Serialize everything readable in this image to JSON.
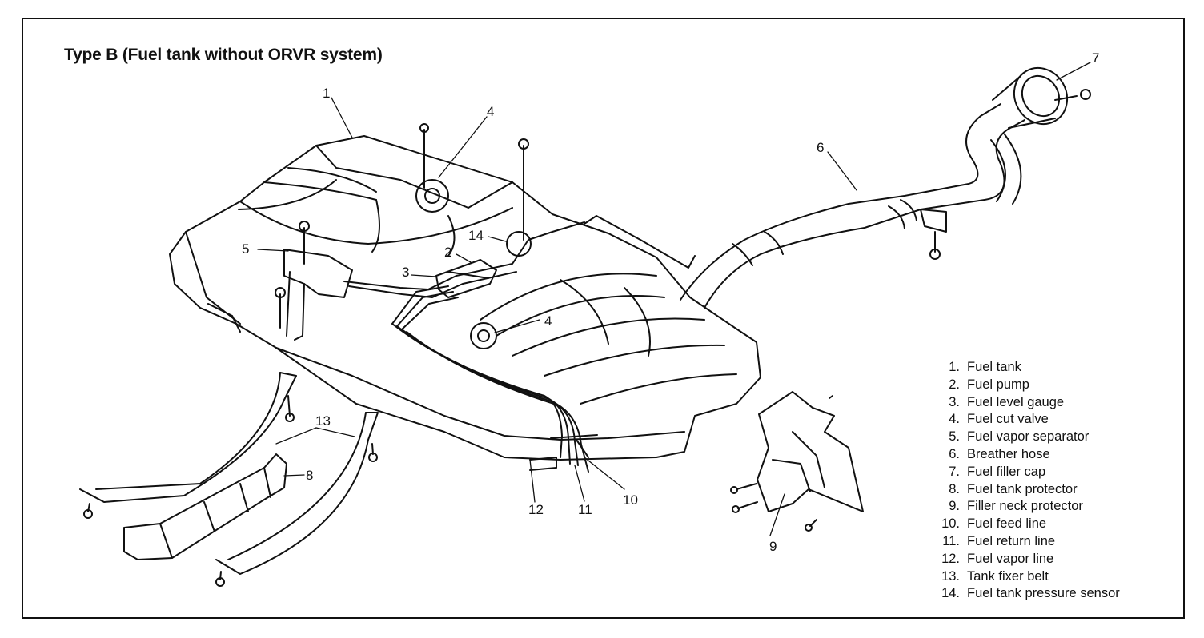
{
  "title": "Type B (Fuel tank without ORVR system)",
  "callouts": [
    "1",
    "4",
    "4",
    "14",
    "5",
    "2",
    "3",
    "6",
    "7",
    "13",
    "8",
    "12",
    "11",
    "10",
    "9"
  ],
  "legend": [
    {
      "num": "1.",
      "text": "Fuel tank"
    },
    {
      "num": "2.",
      "text": "Fuel pump"
    },
    {
      "num": "3.",
      "text": "Fuel level gauge"
    },
    {
      "num": "4.",
      "text": "Fuel cut valve"
    },
    {
      "num": "5.",
      "text": "Fuel vapor separator"
    },
    {
      "num": "6.",
      "text": "Breather hose"
    },
    {
      "num": "7.",
      "text": "Fuel filler cap"
    },
    {
      "num": "8.",
      "text": "Fuel tank protector"
    },
    {
      "num": "9.",
      "text": "Filler neck protector"
    },
    {
      "num": "10.",
      "text": "Fuel feed line"
    },
    {
      "num": "11.",
      "text": "Fuel return line"
    },
    {
      "num": "12.",
      "text": "Fuel vapor line"
    },
    {
      "num": "13.",
      "text": "Tank fixer belt"
    },
    {
      "num": "14.",
      "text": "Fuel tank pressure sensor"
    }
  ]
}
